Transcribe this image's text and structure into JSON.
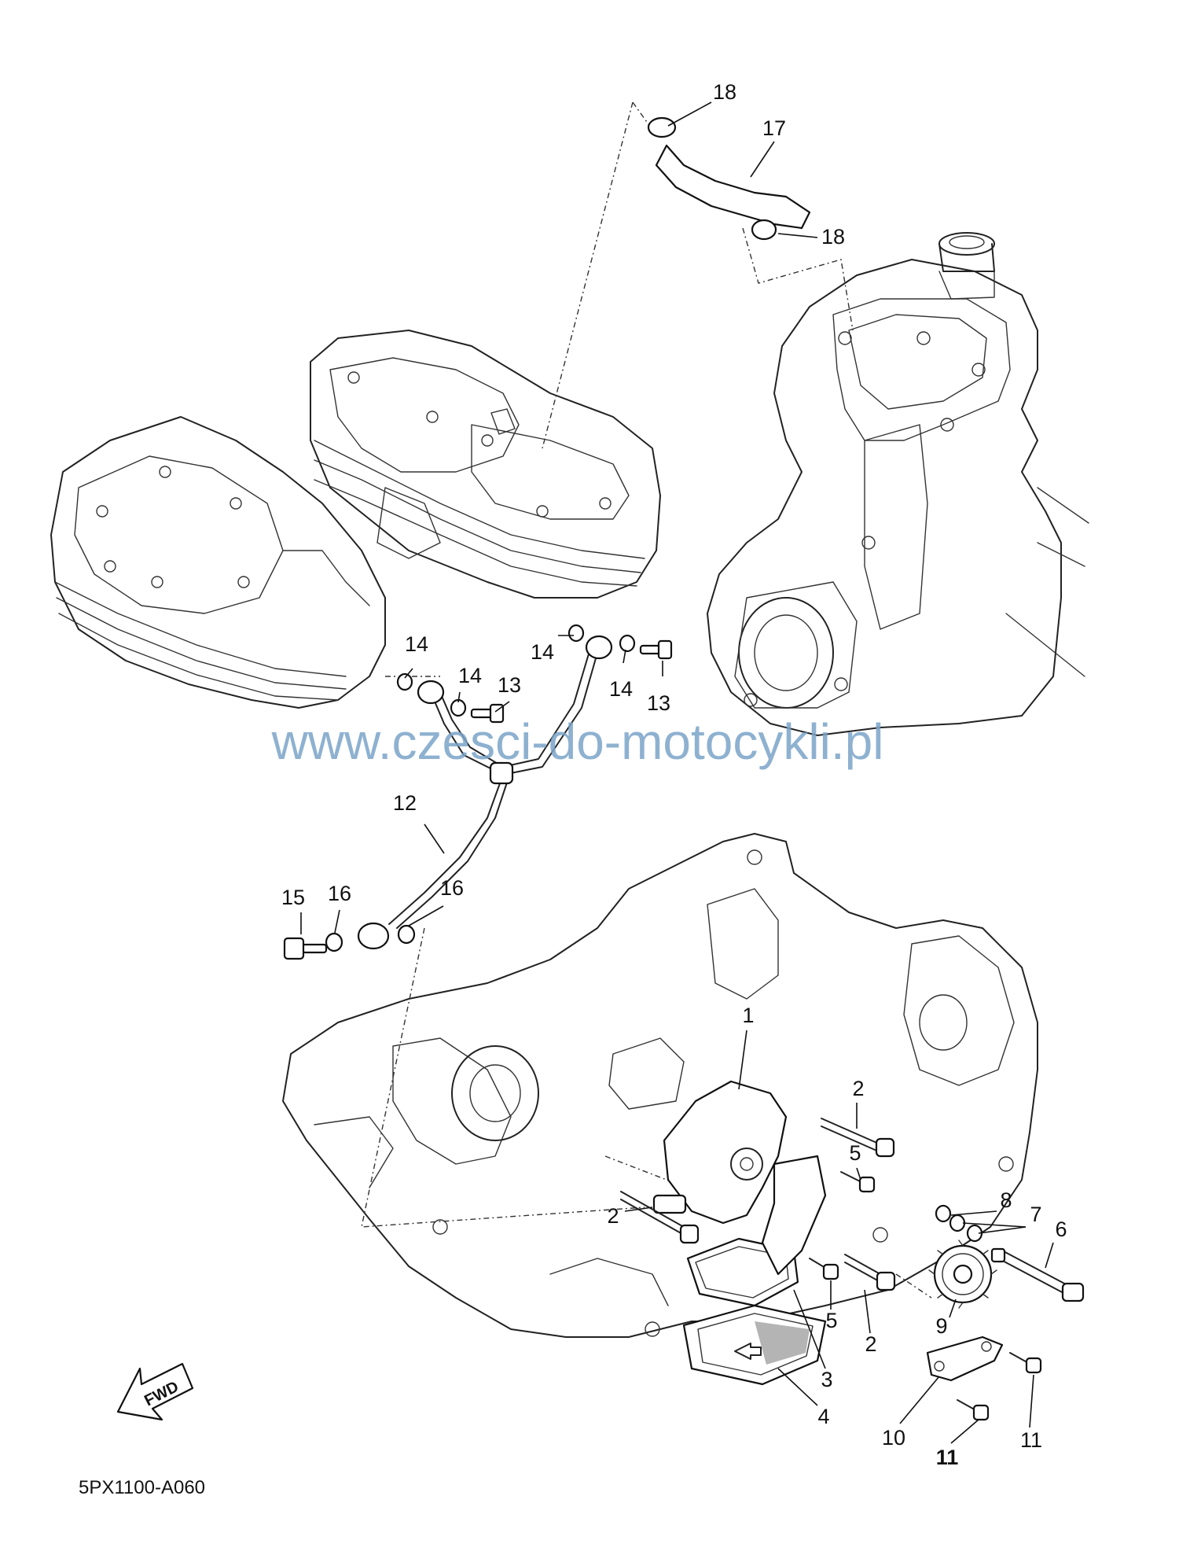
{
  "diagram": {
    "watermark": "www.czesci-do-motocykli.pl",
    "code": "5PX1100-A060",
    "fwd_label": "FWD",
    "callouts": [
      {
        "id": "c18a",
        "label": "18"
      },
      {
        "id": "c17",
        "label": "17"
      },
      {
        "id": "c18b",
        "label": "18"
      },
      {
        "id": "c14a",
        "label": "14"
      },
      {
        "id": "c14b",
        "label": "14"
      },
      {
        "id": "c13a",
        "label": "13"
      },
      {
        "id": "c14c",
        "label": "14"
      },
      {
        "id": "c14d",
        "label": "14"
      },
      {
        "id": "c13b",
        "label": "13"
      },
      {
        "id": "c12",
        "label": "12"
      },
      {
        "id": "c15",
        "label": "15"
      },
      {
        "id": "c16a",
        "label": "16"
      },
      {
        "id": "c16b",
        "label": "16"
      },
      {
        "id": "c1",
        "label": "1"
      },
      {
        "id": "c2a",
        "label": "2"
      },
      {
        "id": "c5a",
        "label": "5"
      },
      {
        "id": "c8",
        "label": "8"
      },
      {
        "id": "c7",
        "label": "7"
      },
      {
        "id": "c6",
        "label": "6"
      },
      {
        "id": "c2b",
        "label": "2"
      },
      {
        "id": "c9",
        "label": "9"
      },
      {
        "id": "c5b",
        "label": "5"
      },
      {
        "id": "c2c",
        "label": "2"
      },
      {
        "id": "c3",
        "label": "3"
      },
      {
        "id": "c4",
        "label": "4"
      },
      {
        "id": "c10",
        "label": "10"
      },
      {
        "id": "c11a",
        "label": "11"
      },
      {
        "id": "c11b",
        "label": "11"
      }
    ]
  }
}
